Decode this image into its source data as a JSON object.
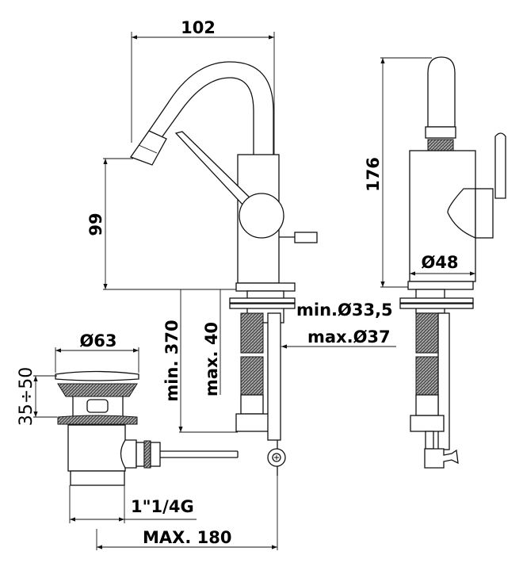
{
  "drawing": {
    "dimensions": {
      "spout_reach": "102",
      "spout_height": "99",
      "total_height": "176",
      "body_diameter": "Ø48",
      "hole_min": "min.Ø33,5",
      "hole_max": "max.Ø37",
      "min_hose": "min. 370",
      "max_deck": "max. 40",
      "drain_diameter": "Ø63",
      "drain_height": "35÷50",
      "drain_thread": "1\"1/4G",
      "rod_max": "MAX. 180"
    },
    "colors": {
      "line": "#111111",
      "background": "#ffffff"
    }
  }
}
